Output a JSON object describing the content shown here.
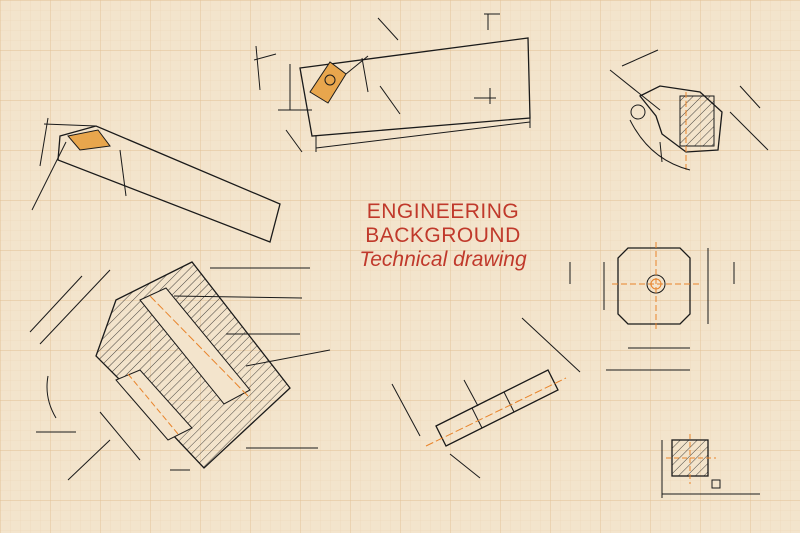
{
  "title": {
    "line1": "ENGINEERING",
    "line2": "BACKGROUND",
    "line3": "Technical drawing"
  },
  "colors": {
    "paper": "#f3e4cc",
    "grid": "#e7c9a2",
    "ink": "#1a1a1a",
    "accent": "#e8832a",
    "title": "#c0392b"
  },
  "drawings": [
    "cutting-tool-holder-top",
    "tool-insert-profile-top-right",
    "tool-bar-left",
    "clamp-assembly-section-bottom-left",
    "stepped-pin-bottom-center",
    "square-block-right",
    "small-square-section-bottom-right"
  ]
}
